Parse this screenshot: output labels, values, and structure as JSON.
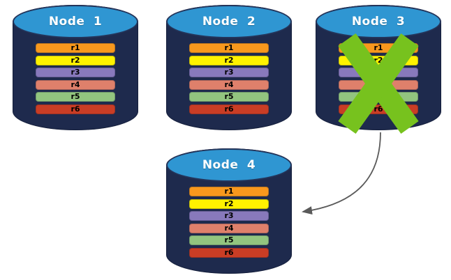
{
  "diagram": {
    "nodes": [
      {
        "id": "node-1",
        "label": "Node 1",
        "status": "active"
      },
      {
        "id": "node-2",
        "label": "Node 2",
        "status": "active"
      },
      {
        "id": "node-3",
        "label": "Node 3",
        "status": "failed"
      },
      {
        "id": "node-4",
        "label": "Node 4",
        "status": "active"
      }
    ],
    "rows": [
      {
        "label": "r1",
        "color": "#F8981D"
      },
      {
        "label": "r2",
        "color": "#FFF200"
      },
      {
        "label": "r3",
        "color": "#8879BC"
      },
      {
        "label": "r4",
        "color": "#DF806B"
      },
      {
        "label": "r5",
        "color": "#92C57F"
      },
      {
        "label": "r6",
        "color": "#C93D25"
      }
    ],
    "colors": {
      "cylinder_body": "#1E2A4D",
      "cylinder_top": "#2F96D2",
      "cylinder_rim": "#24355B",
      "failure_x": "#77C21E",
      "arrow": "#5A5A5A",
      "node_label_text": "#FFFFFF",
      "row_label_text": "#000000",
      "background": "#FFFFFF"
    },
    "annotations": {
      "failed_node": "Node 3",
      "arrow": {
        "from": "Node 3",
        "to": "Node 4"
      }
    }
  }
}
